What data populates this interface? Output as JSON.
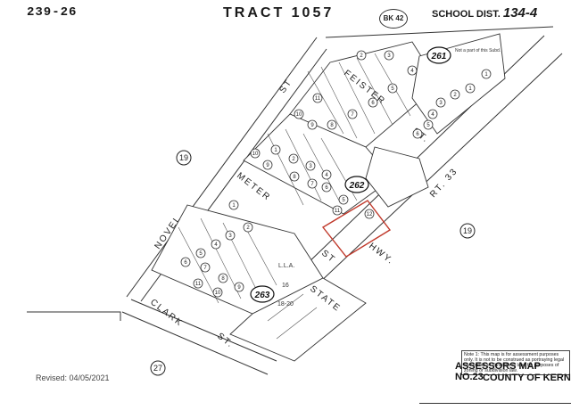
{
  "header": {
    "map_page": "239-26",
    "tract": "TRACT 1057",
    "book": "BK 42",
    "school_label": "SCHOOL DIST.",
    "school_number": "134-4"
  },
  "streets": {
    "feister": "FEISTER",
    "feister_st": "ST.",
    "meter": "METER",
    "meter_st": "ST",
    "novel": "NOVEL",
    "novel_st": "ST",
    "clark": "CLARK",
    "clark_st": "ST.",
    "state": "STATE",
    "hwy": "HWY.",
    "rt33": "RT. 33"
  },
  "block_circles": [
    "261",
    "262",
    "263"
  ],
  "surround_circles": [
    "19",
    "19",
    "27"
  ],
  "parcels": {
    "top_block": [
      "1",
      "2",
      "3",
      "4",
      "5",
      "6",
      "7",
      "8",
      "9",
      "10",
      "11"
    ],
    "right_small": [
      "1",
      "2",
      "3",
      "4",
      "5",
      "6"
    ],
    "mid_block": [
      "1",
      "2",
      "3",
      "4",
      "5",
      "6",
      "7",
      "8",
      "9",
      "10"
    ],
    "low_block": [
      "1",
      "2",
      "3",
      "4",
      "5",
      "6",
      "7",
      "8",
      "9",
      "10",
      "11"
    ],
    "highlighted": [
      "11",
      "12"
    ],
    "lla_label": "L.L.A.",
    "lla_lot": "16",
    "lla_range": "18-20"
  },
  "annotations": {
    "not_part": "Not a part of this Subd.",
    "revised": "Revised: 04/05/2021",
    "note": "Note 1: This map is for assessment purposes only. It is not to be construed as portraying legal ownership or divisions of land for purposes of zoning or subdivision law."
  },
  "footer": {
    "map_title": "ASSESSORS MAP NO.23",
    "county": "COUNTY OF KERN"
  },
  "colors": {
    "line": "#333333",
    "highlight": "#c0392b",
    "paper": "#ffffff"
  }
}
